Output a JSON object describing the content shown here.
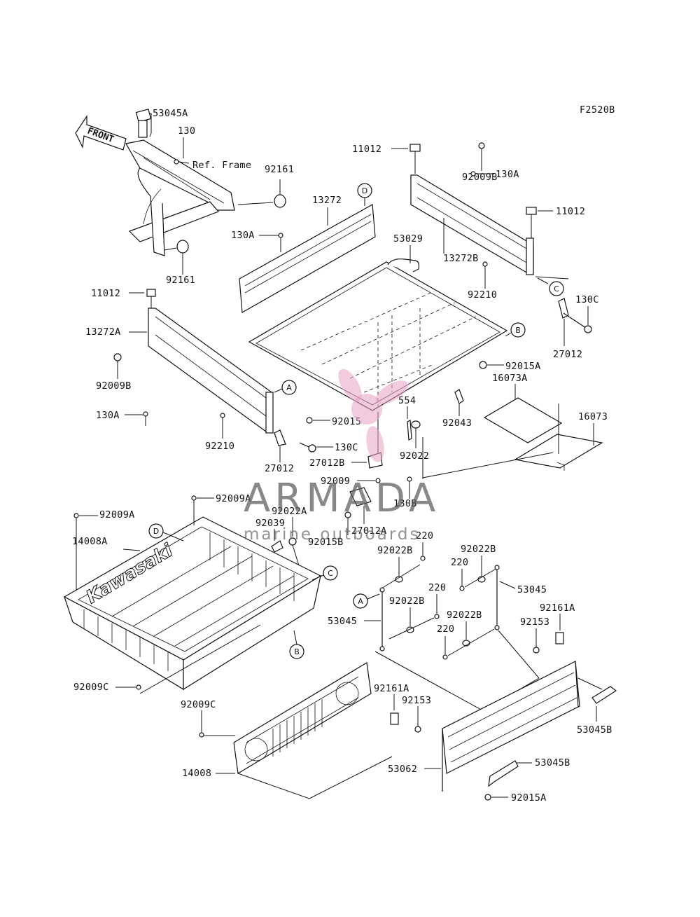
{
  "diagram": {
    "code": "F2520B",
    "front_arrow_label": "FRONT",
    "ref_frame_label": "Ref. Frame",
    "part_labels": {
      "p53045A": "53045A",
      "p130_top": "130",
      "p92161_top": "92161",
      "p92161_left": "92161",
      "p11012_top": "11012",
      "p11012_right": "11012",
      "p11012_left": "11012",
      "p92009B_top": "92009B",
      "p92009B_left": "92009B",
      "p130A_top": "130A",
      "p130A_mid": "130A",
      "p130A_left": "130A",
      "p13272": "13272",
      "p13272B": "13272B",
      "p13272A": "13272A",
      "p53029": "53029",
      "p92210_right": "92210",
      "p92210_left": "92210",
      "p130C_right": "130C",
      "p130C_left": "130C",
      "p27012_right": "27012",
      "p27012_left": "27012",
      "p27012B": "27012B",
      "p27012A": "27012A",
      "p92015A_top": "92015A",
      "p92015A_bottom": "92015A",
      "p16073A": "16073A",
      "p16073": "16073",
      "p92015": "92015",
      "p554": "554",
      "p92043": "92043",
      "p92022": "92022",
      "p92009": "92009",
      "p130B": "130B",
      "p92009A_a": "92009A",
      "p92009A_b": "92009A",
      "p92022A": "92022A",
      "p92039": "92039",
      "p92015B": "92015B",
      "p14008A": "14008A",
      "p14008": "14008",
      "p220_a": "220",
      "p220_b": "220",
      "p220_c": "220",
      "p220_d": "220",
      "p92022B_a": "92022B",
      "p92022B_b": "92022B",
      "p92022B_c": "92022B",
      "p92022B_d": "92022B",
      "p53045_right": "53045",
      "p53045_left": "53045",
      "p92161A_right": "92161A",
      "p92161A_left": "92161A",
      "p92153_right": "92153",
      "p92153_left": "92153",
      "p53045B_right": "53045B",
      "p53045B_mid": "53045B",
      "p53062": "53062",
      "p92009C_a": "92009C",
      "p92009C_b": "92009C"
    },
    "callouts": {
      "A": "A",
      "B": "B",
      "C": "C",
      "D": "D"
    },
    "bed_brand": "Kawasaki"
  },
  "watermark": {
    "brand": "ARMADA",
    "tagline": "marine outboards",
    "accent": "#e8a0c4"
  },
  "colors": {
    "line": "#111111",
    "background": "#ffffff"
  }
}
